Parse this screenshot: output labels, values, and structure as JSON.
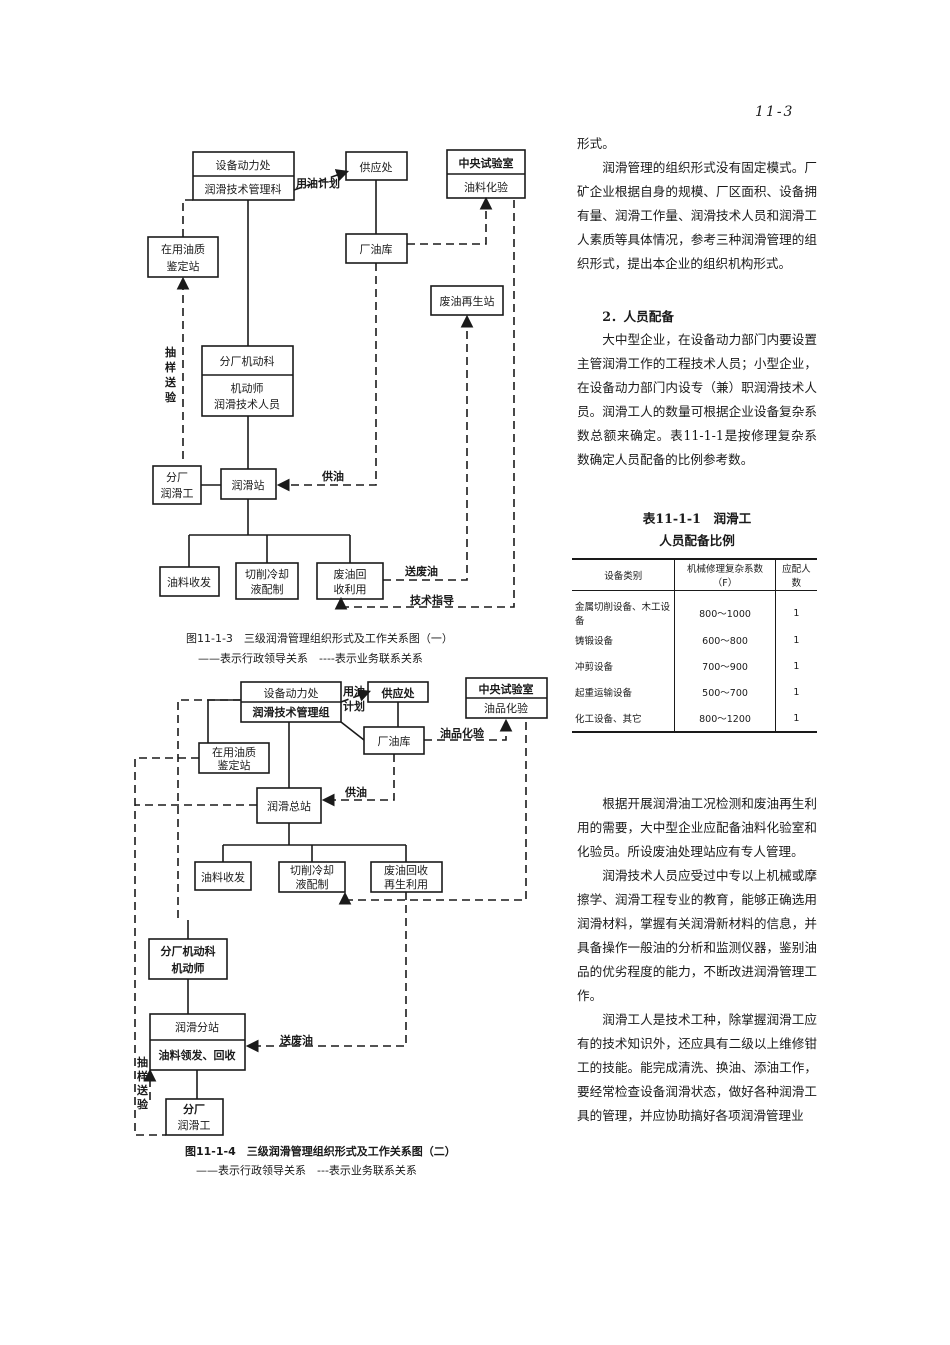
{
  "page_number": "11-3",
  "fig1": {
    "boxes": {
      "sbdlc": "设备动力处",
      "rhjsglk": "润滑技术管理科",
      "gyc": "供应处",
      "zysys": "中央试验室",
      "ylhy": "油料化验",
      "zyyzjd1": "在用油质",
      "zyyzjd2": "鉴定站",
      "cyk": "厂油库",
      "fyzsz": "废油再生站",
      "fcjdk": "分厂机动科",
      "jds": "机动师",
      "rhjsry": "润滑技术人员",
      "fcrhg1": "分厂",
      "fcrhg2": "润滑工",
      "rhz": "润滑站",
      "ylsf": "油料收发",
      "qxlq1": "切削冷却",
      "qxlq2": "液配制",
      "fyhs1": "废油回",
      "fyhs2": "收利用"
    },
    "labels": {
      "yyjh": "用油计划",
      "cysy": [
        "抽",
        "样",
        "送",
        "验"
      ],
      "gy": "供油",
      "sfy": "送废油",
      "jszd": "技术指导"
    },
    "caption": "图11-1-3　三级润滑管理组织形式及工作关系图（一）",
    "legend": "——表示行政领导关系　----表示业务联系关系"
  },
  "fig2": {
    "boxes": {
      "sbdlc": "设备动力处",
      "rhjsglz": "润滑技术管理组",
      "gyc": "供应处",
      "zysys": "中央试验室",
      "ypyhy": "油品化验",
      "zyyzjd1": "在用油质",
      "zyyzjd2": "鉴定站",
      "cyk": "厂油库",
      "rhzz": "润滑总站",
      "ylsf": "油料收发",
      "qxlq1": "切削冷却",
      "qxlq2": "液配制",
      "fyhs1": "废油回收",
      "fyhs2": "再生利用",
      "fcjdk": "分厂机动科",
      "jds": "机动师",
      "rhfz": "润滑分站",
      "ylff": "油料领发、回收",
      "fcrhg1": "分厂",
      "fcrhg2": "润滑工"
    },
    "labels": {
      "yy": "用油",
      "jh": "计划",
      "yphy": "油品化验",
      "gy": "供油",
      "sfy": "送废油",
      "cysy": [
        "抽",
        "样",
        "送",
        "验"
      ]
    },
    "caption": "图11-1-4　三级润滑管理组织形式及工作关系图（二）",
    "legend": "——表示行政领导关系　---表示业务联系关系"
  },
  "text": {
    "p0": "形式。",
    "p1": "润滑管理的组织形式没有固定模式。厂矿企业根据自身的规模、厂区面积、设备拥有量、润滑工作量、润滑技术人员和润滑工人素质等具体情况，参考三种润滑管理的组织形式，提出本企业的组织机构形式。",
    "sec2": "2．人员配备",
    "p2": "大中型企业，在设备动力部门内要设置主管润滑工作的工程技术人员；小型企业，在设备动力部门内设专（兼）职润滑技术人员。润滑工人的数量可根据企业设备复杂系数总额来确定。表11-1-1是按修理复杂系数确定人员配备的比例参考数。",
    "table_title1": "表11-1-1　润滑工",
    "table_title2": "人员配备比例",
    "p3": "根据开展润滑油工况检测和废油再生利用的需要，大中型企业应配备油料化验室和化验员。所设废油处理站应有专人管理。",
    "p4": "润滑技术人员应受过中专以上机械或摩擦学、润滑工程专业的教育，能够正确选用润滑材料，掌握有关润滑新材料的信息，并具备操作一般油的分析和监测仪器，鉴别油品的优劣程度的能力，不断改进润滑管理工作。",
    "p5": "润滑工人是技术工种，除掌握润滑工应有的技术知识外，还应具有二级以上维修钳工的技能。能完成清洗、换油、添油工作，要经常检查设备润滑状态，做好各种润滑工具的管理，并应协助搞好各项润滑管理业"
  },
  "table": {
    "headers": [
      "设备类别",
      "机械修理复杂系数（F）",
      "应配人数"
    ],
    "rows": [
      [
        "金属切削设备、木工设备",
        "800～1000",
        "1"
      ],
      [
        "铸锻设备",
        "600～800",
        "1"
      ],
      [
        "冲剪设备",
        "700～900",
        "1"
      ],
      [
        "起重运输设备",
        "500～700",
        "1"
      ],
      [
        "化工设备、其它",
        "800～1200",
        "1"
      ]
    ]
  }
}
